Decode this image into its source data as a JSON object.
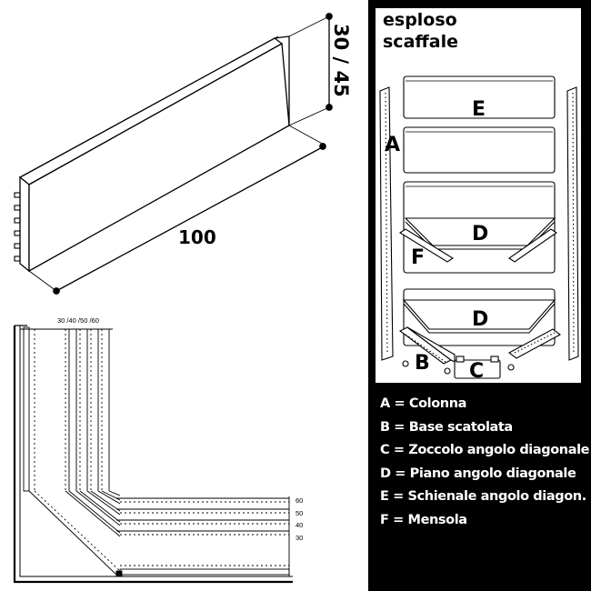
{
  "panel_diagram": {
    "height_label": "30 / 45",
    "width_label": "100"
  },
  "corner_plan": {
    "top_labels": "30 /40 /50 /60",
    "side_labels": [
      "60",
      "50",
      "40",
      "30"
    ]
  },
  "exploded_view": {
    "title_line1": "esploso",
    "title_line2": "scaffale",
    "part_letters": {
      "A": "A",
      "B": "B",
      "C": "C",
      "D": "D",
      "E": "E",
      "F": "F"
    }
  },
  "legend": [
    "A = Colonna",
    "B = Base scatolata",
    "C = Zoccolo angolo diagonale",
    "D = Piano angolo diagonale",
    "E = Schienale angolo diagon.",
    "F = Mensola"
  ],
  "colors": {
    "panel_bg": "#000000",
    "legend_text": "#ffffff",
    "line": "#000000"
  }
}
